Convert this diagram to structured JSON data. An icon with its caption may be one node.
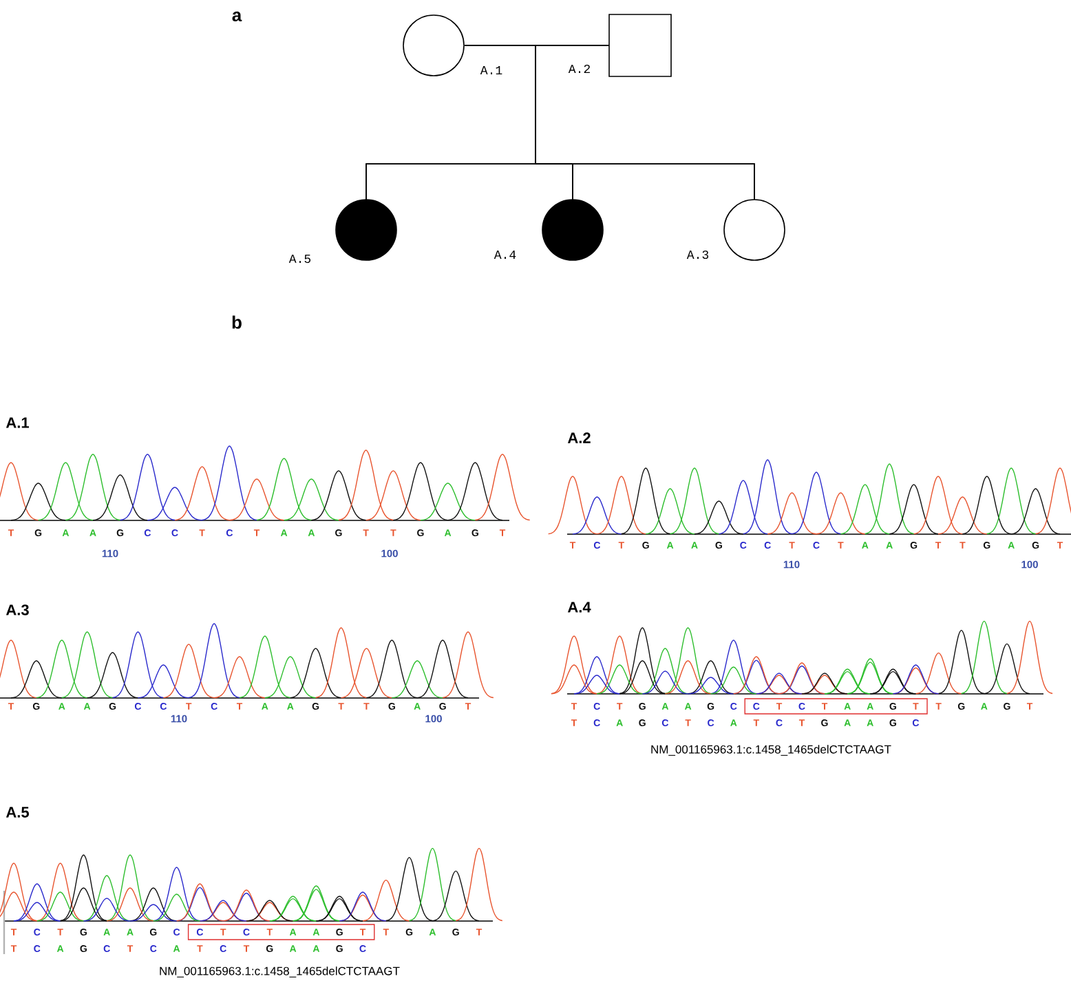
{
  "diagram": {
    "nodes": [
      {
        "text": [],
        "shape": "circle",
        "beside": [
          "A.1"
        ]
      },
      {
        "text": [],
        "shape": "box",
        "beside": [
          "A.2"
        ]
      },
      {
        "text": [],
        "shape": "disc",
        "beside": [
          "A.5"
        ]
      },
      {
        "text": [],
        "shape": "disc",
        "beside": [
          "A.4"
        ]
      },
      {
        "text": [],
        "shape": "circle",
        "beside": [
          "A.3"
        ]
      }
    ],
    "edges": [
      {
        "from": 0,
        "to": 1,
        "arrow": "none"
      },
      {
        "from": 0,
        "to": 2,
        "arrow": "none"
      },
      {
        "from": 0,
        "to": 3,
        "arrow": "none"
      },
      {
        "from": 0,
        "to": 4,
        "arrow": "none"
      },
      {
        "from": 1,
        "to": 2,
        "arrow": "none"
      },
      {
        "from": 1,
        "to": 3,
        "arrow": "none"
      },
      {
        "from": 1,
        "to": 4,
        "arrow": "none"
      }
    ],
    "labels": [
      "a",
      "b",
      "A.1",
      "T",
      "G",
      "A",
      "A",
      "G",
      "C",
      "C",
      "T",
      "C",
      "T",
      "A",
      "A",
      "G",
      "T",
      "T",
      "G",
      "A",
      "G",
      "T",
      "110",
      "100",
      "A.2",
      "T",
      "C",
      "T",
      "G",
      "A",
      "A",
      "G",
      "C",
      "C",
      "T",
      "C",
      "T",
      "A",
      "A",
      "G",
      "T",
      "T",
      "G",
      "A",
      "G",
      "T",
      "110",
      "100",
      "A.3",
      "T",
      "G",
      "A",
      "A",
      "G",
      "C",
      "C",
      "T",
      "C",
      "T",
      "A",
      "A",
      "G",
      "T",
      "T",
      "G",
      "A",
      "G",
      "T",
      "110",
      "100",
      "A.4",
      "T",
      "C",
      "T",
      "G",
      "A",
      "A",
      "G",
      "C",
      "C",
      "T",
      "C",
      "T",
      "A",
      "A",
      "G",
      "T",
      "T",
      "G",
      "A",
      "G",
      "T",
      "T",
      "C",
      "A",
      "G",
      "C",
      "T",
      "C",
      "A",
      "T",
      "C",
      "T",
      "G",
      "A",
      "A",
      "G",
      "C",
      "NM_001165963.1:c.1458_1465delCTCTAAGT",
      "A.5",
      "T",
      "C",
      "T",
      "G",
      "A",
      "A",
      "G",
      "C",
      "C",
      "T",
      "C",
      "T",
      "A",
      "A",
      "G",
      "T",
      "T",
      "G",
      "A",
      "G",
      "T",
      "T",
      "C",
      "A",
      "G",
      "C",
      "T",
      "C",
      "A",
      "T",
      "C",
      "T",
      "G",
      "A",
      "A",
      "G",
      "C",
      "NM_001165963.1:c.1458_1465delCTCTAAGT"
    ]
  }
}
